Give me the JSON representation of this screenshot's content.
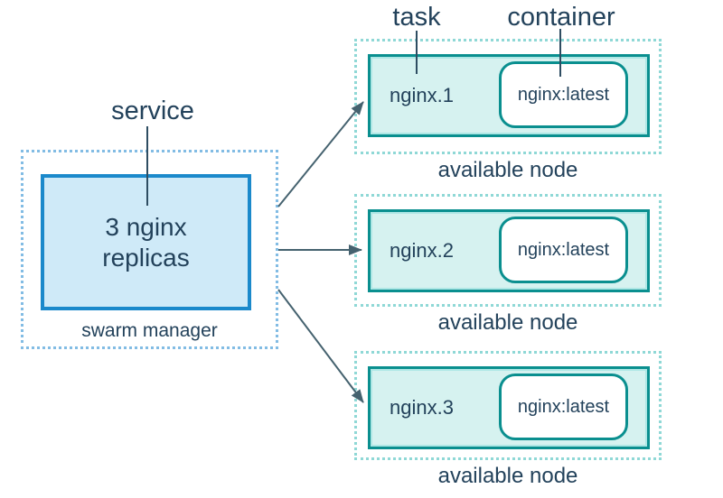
{
  "diagram": {
    "labels": {
      "task": "task",
      "container": "container",
      "service": "service"
    },
    "service": {
      "box_text": "3 nginx\nreplicas",
      "caption": "swarm manager"
    },
    "nodes": [
      {
        "task": "nginx.1",
        "container": "nginx:latest",
        "caption": "available node"
      },
      {
        "task": "nginx.2",
        "container": "nginx:latest",
        "caption": "available node"
      },
      {
        "task": "nginx.3",
        "container": "nginx:latest",
        "caption": "available node"
      }
    ],
    "arrow_count": "3"
  },
  "colors": {
    "navy_text": "#23425b",
    "pointer_line": "#2e4d62",
    "arrow_line": "#45626f",
    "teal_border": "#0a8f8f",
    "teal_fill": "#d6f2f0",
    "teal_highlight": "#aee7e5",
    "teal_dotted": "#8fd8d6",
    "blue_border": "#1b89cb",
    "blue_fill": "#cfeaf8",
    "blue_dotted": "#82bce4",
    "container_fill": "#ffffff",
    "background": "#ffffff"
  }
}
